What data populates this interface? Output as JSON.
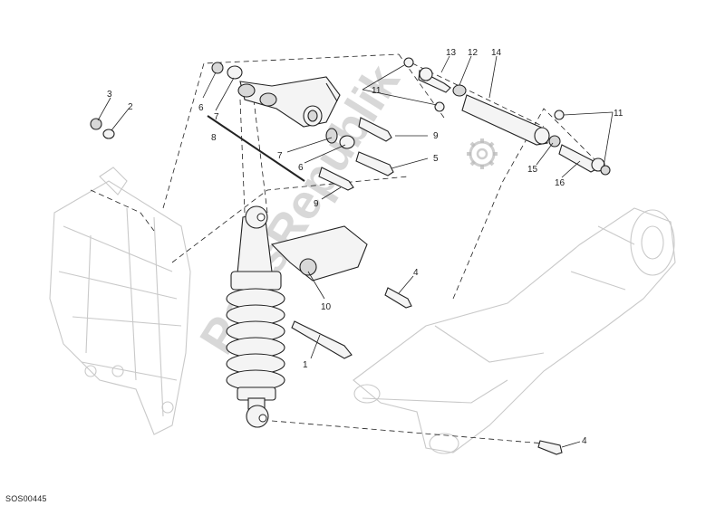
{
  "diagram": {
    "code": "SOS00445",
    "watermark": "PartsRepublik",
    "callouts": [
      "1",
      "2",
      "3",
      "4",
      "4",
      "5",
      "6",
      "6",
      "7",
      "7",
      "8",
      "9",
      "9",
      "10",
      "11",
      "11",
      "12",
      "13",
      "14",
      "15",
      "16"
    ]
  }
}
